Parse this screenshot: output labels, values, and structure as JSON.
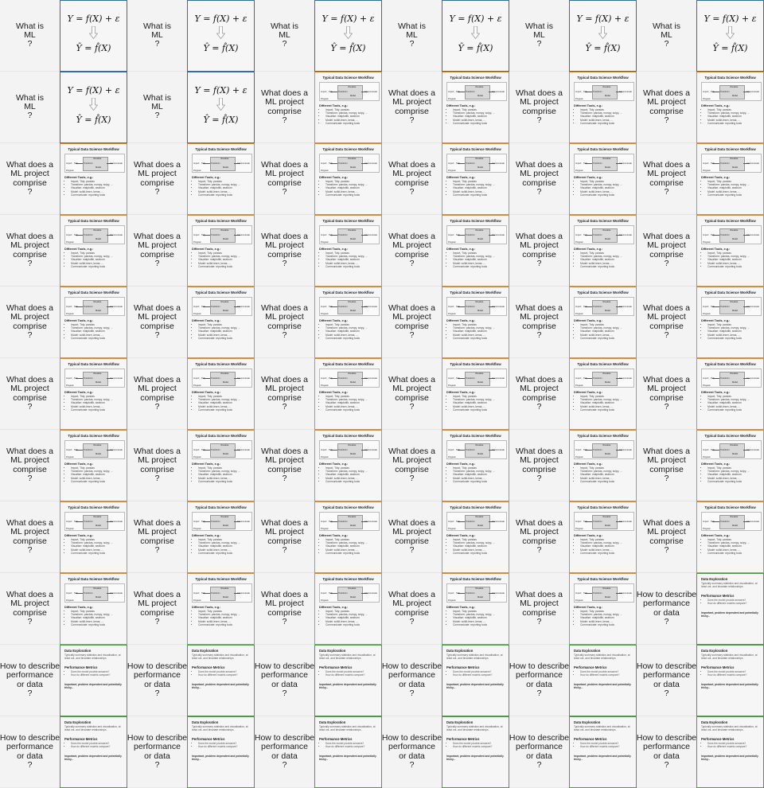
{
  "questions": {
    "ml": [
      "What is",
      "ML",
      "?"
    ],
    "comprise": [
      "What does a",
      "ML project",
      "comprise",
      "?"
    ],
    "describe": [
      "How to describe",
      "performance",
      "or data",
      "?"
    ]
  },
  "formula": {
    "line1": "Y = f(X) + ε",
    "line2": "Ŷ = f̂(X)"
  },
  "workflow": {
    "title": "Typical Data Science Workflow",
    "diagram_labels": [
      "Import",
      "Tidy",
      "Transform",
      "Visualise",
      "Model",
      "Communicate",
      "Program"
    ],
    "tools_title": "Different Tools, e.g.:",
    "tools": [
      "Import, Tidy: pandas",
      "Transform: pandas, numpy, scipy, ...",
      "Visualise: matplotlib, seaborn",
      "Model: scikit-learn, keras, ...",
      "Communicate: reporting tools"
    ]
  },
  "exploration": {
    "heading1": "Data Exploration",
    "text1": "Typically summary statistics and visualisation, at least uni- and bivariate relationships",
    "heading2": "Performance Metrics",
    "bullets": [
      "Does the model provide answers?",
      "How do different models compare?"
    ],
    "note": "Important, problem dependent and potentially tricky..."
  },
  "colors": {
    "formula_border": "#2e6db0",
    "workflow_border": "#d98a3a",
    "exploration_border": "#4c9a44"
  },
  "grid": {
    "rows": [
      [
        "ml",
        "ml",
        "ml",
        "ml",
        "ml",
        "ml"
      ],
      [
        "ml",
        "ml",
        "comprise",
        "comprise",
        "comprise",
        "comprise"
      ],
      [
        "comprise",
        "comprise",
        "comprise",
        "comprise",
        "comprise",
        "comprise"
      ],
      [
        "comprise",
        "comprise",
        "comprise",
        "comprise",
        "comprise",
        "comprise"
      ],
      [
        "comprise",
        "comprise",
        "comprise",
        "comprise",
        "comprise",
        "comprise"
      ],
      [
        "comprise",
        "comprise",
        "comprise",
        "comprise",
        "comprise",
        "comprise"
      ],
      [
        "comprise",
        "comprise",
        "comprise",
        "comprise",
        "comprise",
        "comprise"
      ],
      [
        "comprise",
        "comprise",
        "comprise",
        "comprise",
        "comprise",
        "comprise"
      ],
      [
        "comprise",
        "comprise",
        "comprise",
        "comprise",
        "comprise",
        "describe"
      ],
      [
        "describe",
        "describe",
        "describe",
        "describe",
        "describe",
        "describe"
      ],
      [
        "describe",
        "describe",
        "describe",
        "describe",
        "describe",
        "describe"
      ]
    ]
  }
}
